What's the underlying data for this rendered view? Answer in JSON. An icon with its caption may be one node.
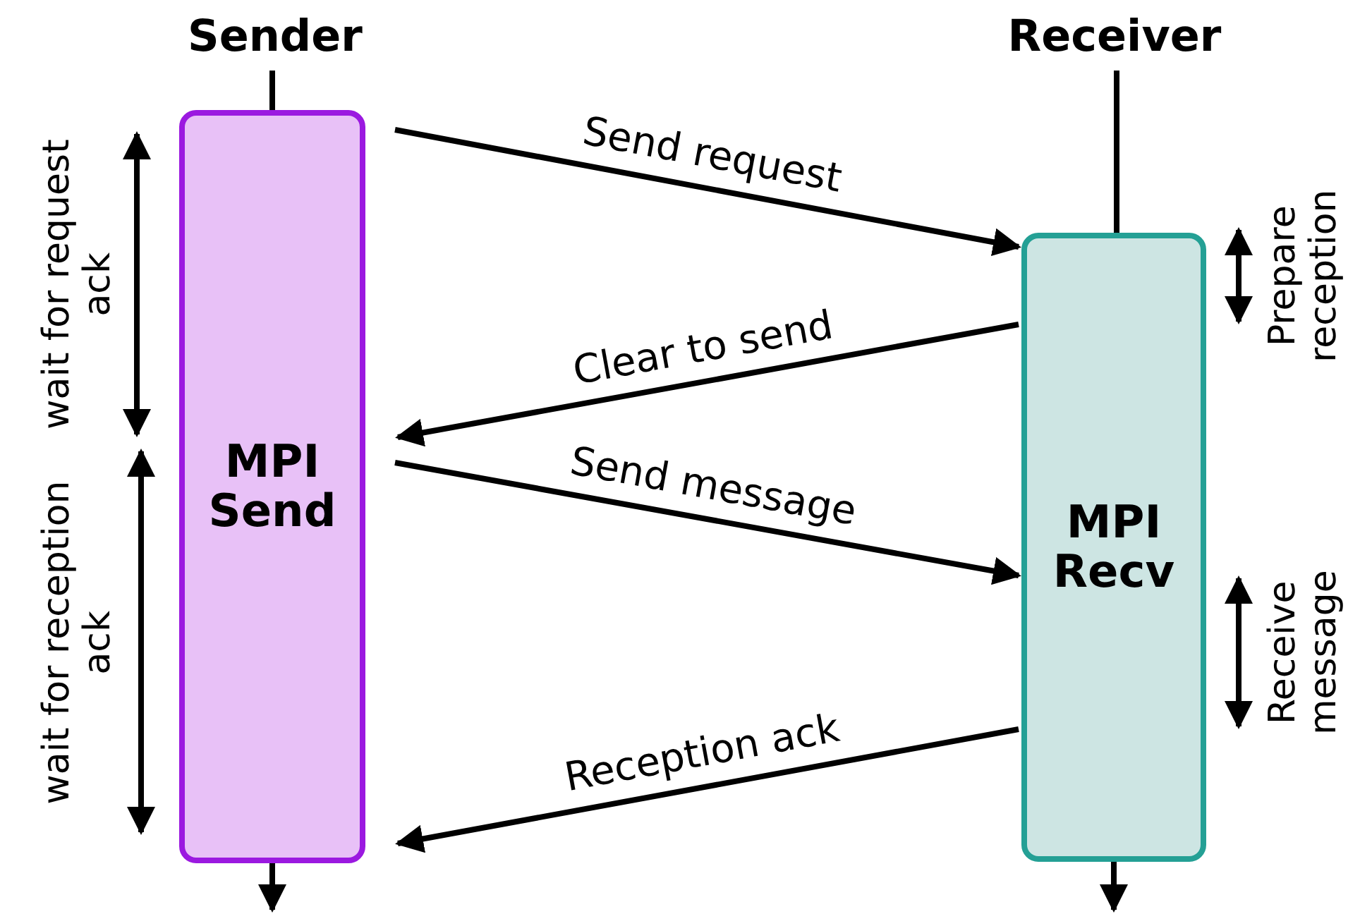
{
  "diagram": {
    "nodes": [
      {
        "text": [
          "Sender"
        ]
      },
      {
        "text": [
          "MPI Send"
        ]
      },
      {
        "text": [
          "Receiver"
        ]
      },
      {
        "text": [
          "MPI Recv"
        ]
      }
    ],
    "edges": [
      {
        "from": 0,
        "to": 1,
        "arrow": "none"
      },
      {
        "from": 1,
        "to": null,
        "arrow": "to"
      },
      {
        "from": 2,
        "to": 3,
        "arrow": "none"
      },
      {
        "from": 3,
        "to": null,
        "arrow": "to"
      },
      {
        "from": 1,
        "to": 3,
        "arrow": "to",
        "label": "Send request"
      },
      {
        "from": 3,
        "to": 1,
        "arrow": "to",
        "label": "Clear to send"
      },
      {
        "from": 1,
        "to": 3,
        "arrow": "to",
        "label": "Send message"
      },
      {
        "from": 3,
        "to": 1,
        "arrow": "to",
        "label": "Reception ack"
      }
    ],
    "labels": [
      "wait for request ack",
      "wait for reception ack",
      "Prepare reception",
      "Receive message"
    ]
  }
}
